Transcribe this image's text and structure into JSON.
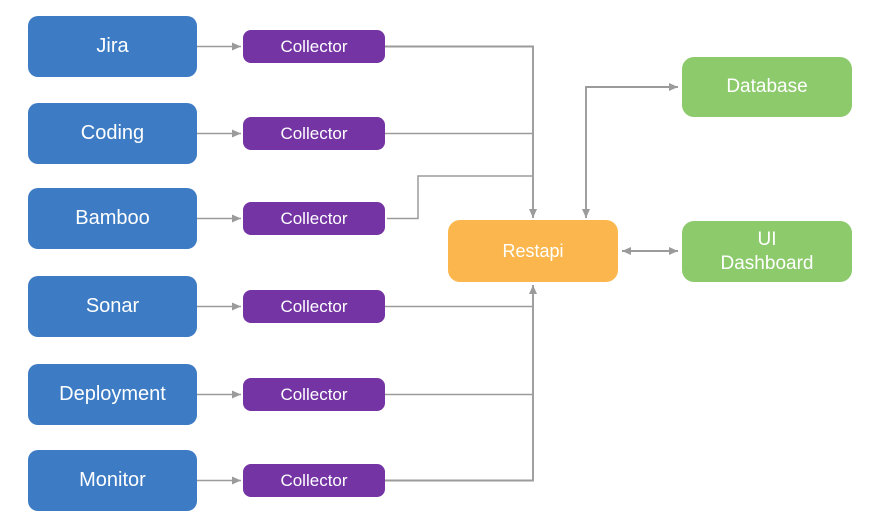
{
  "diagram": {
    "colors": {
      "source_blue": "#3d7cc4",
      "collector_purple": "#7434a4",
      "restapi_orange": "#fbb74d",
      "output_green": "#8cca6c",
      "connector_gray": "#9b9b9b",
      "text": "#ffffff",
      "background": "#ffffff"
    },
    "nodes": {
      "sources": [
        {
          "label": "Jira"
        },
        {
          "label": "Coding"
        },
        {
          "label": "Bamboo"
        },
        {
          "label": "Sonar"
        },
        {
          "label": "Deployment"
        },
        {
          "label": "Monitor"
        }
      ],
      "collectors": [
        {
          "label": "Collector"
        },
        {
          "label": "Collector"
        },
        {
          "label": "Collector"
        },
        {
          "label": "Collector"
        },
        {
          "label": "Collector"
        },
        {
          "label": "Collector"
        }
      ],
      "restapi": {
        "label": "Restapi"
      },
      "database": {
        "label": "Database"
      },
      "ui_dashboard": {
        "line1": "UI",
        "line2": "Dashboard"
      }
    }
  }
}
